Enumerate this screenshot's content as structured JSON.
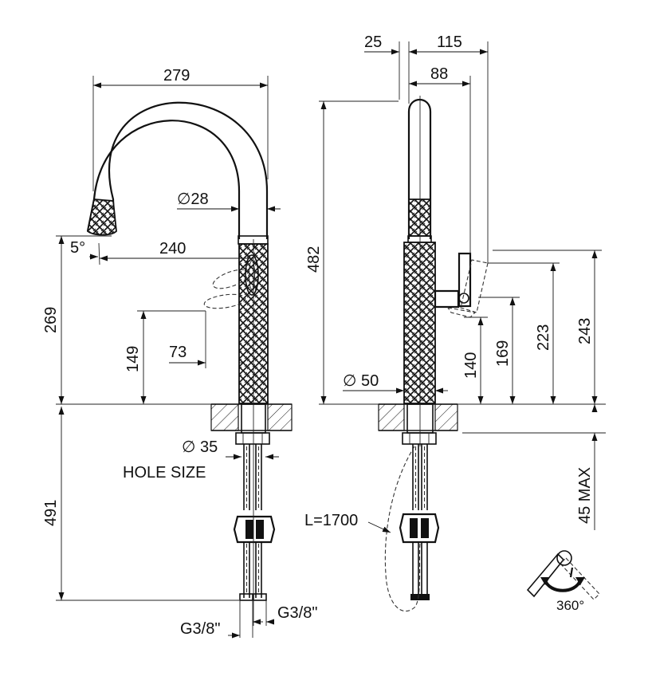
{
  "dimensions": {
    "spout_reach": "279",
    "tube_diameter": "∅28",
    "spout_angle": "5°",
    "outlet_to_center": "240",
    "outlet_height": "269",
    "lever_height": "149",
    "lever_offset": "73",
    "below_deck_length": "491",
    "hole_size_diameter": "∅ 35",
    "hole_size_label": "HOLE SIZE",
    "inlet_left": "G3/8\"",
    "inlet_right": "G3/8\"",
    "top_offset": "25",
    "top_width": "115",
    "handle_reach": "88",
    "total_height": "482",
    "body_diameter": "∅ 50",
    "handle_low": "140",
    "handle_mid": "169",
    "handle_top": "223",
    "handle_max": "243",
    "deck_thickness": "45 MAX",
    "hose_length": "L=1700",
    "rotation": "360°"
  },
  "icons": {
    "rotation_symbol": "rotation-360-icon"
  }
}
